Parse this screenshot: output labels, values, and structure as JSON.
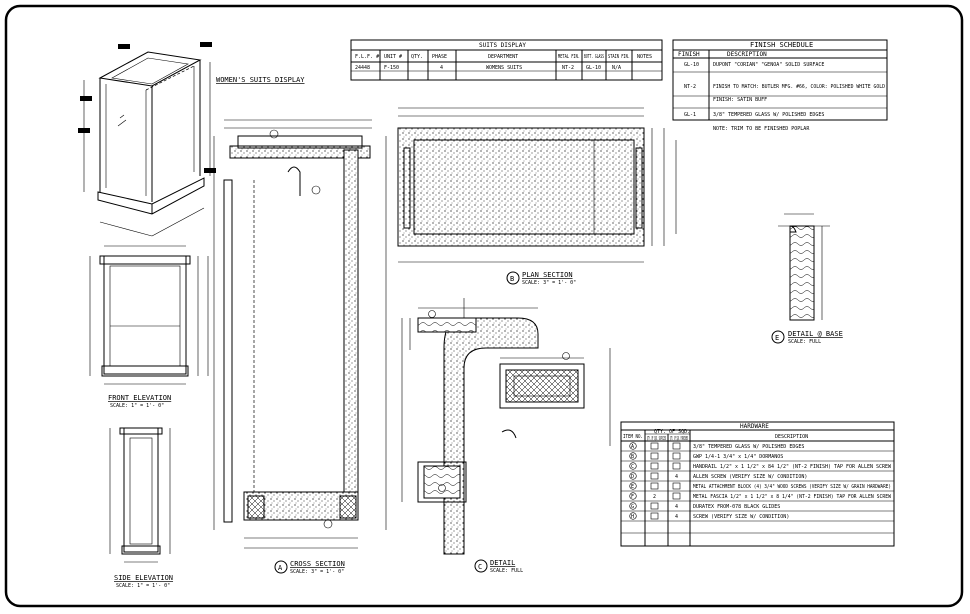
{
  "titles": {
    "womens_suits_display": "WOMEN'S SUITS DISPLAY",
    "front_elevation": "FRONT ELEVATION",
    "front_elevation_scale": "SCALE: 1\" = 1'- 0\"",
    "side_elevation": "SIDE ELEVATION",
    "side_elevation_scale": "SCALE: 1\" = 1'- 0\"",
    "cross_section": "CROSS SECTION",
    "cross_section_scale": "SCALE: 3\" = 1'- 0\"",
    "cross_section_mark": "A",
    "plan_section": "PLAN SECTION",
    "plan_section_scale": "SCALE: 3\" = 1'- 0\"",
    "plan_section_mark": "B",
    "detail": "DETAIL",
    "detail_scale": "SCALE: FULL",
    "detail_mark": "C",
    "detail_base": "DETAIL @ BASE",
    "detail_base_scale": "SCALE: FULL",
    "detail_base_mark": "E"
  },
  "suits_display": {
    "title": "SUITS DISPLAY",
    "headers": [
      "F.L.F. #",
      "UNIT #",
      "QTY.",
      "PHASE",
      "DEPARTMENT",
      "METAL FIN.",
      "BOTT. GLASS",
      "STAIN FIN.",
      "NOTES"
    ],
    "row": [
      "24448",
      "F-150",
      "",
      "4",
      "WOMENS SUITS",
      "NT-2",
      "GL-10",
      "N/A",
      ""
    ]
  },
  "finish_schedule": {
    "title": "FINISH SCHEDULE",
    "headers": [
      "FINISH",
      "DESCRIPTION"
    ],
    "rows": [
      {
        "finish": "GL-10",
        "description": "DUPONT \"CORIAN\" \"GENOA\" SOLID SURFACE"
      },
      {
        "finish": "NT-2",
        "description": "FINISH TO MATCH: BUTLER MFG. #66, COLOR: POLISHED WHITE GOLD"
      },
      {
        "finish": "",
        "description": "FINISH: SATIN BUFF"
      },
      {
        "finish": "GL-1",
        "description": "3/8\" TEMPERED GLASS W/ POLISHED EDGES"
      }
    ],
    "note": "NOTE: TRIM TO BE FINISHED POPLAR"
  },
  "hardware": {
    "title": "HARDWARE",
    "headers": [
      "ITEM NO.",
      "QTY. OF SQD. SUPPLIED",
      "QTY. OF SQD. FURNISHED",
      "DESCRIPTION"
    ],
    "qty_group_header": "QTY. OF SQD.",
    "rows": [
      {
        "item": "A",
        "supplied": "",
        "furnished": "",
        "description": "3/8\" TEMPERED GLASS W/ POLISHED EDGES"
      },
      {
        "item": "B",
        "supplied": "",
        "furnished": "",
        "description": "GWP 1/4-1 3/4\" x 1/4\" DORMANOS"
      },
      {
        "item": "C",
        "supplied": "",
        "furnished": "",
        "description": "HANDRAIL 1/2\" x 1 1/2\" x 84 1/2\" (NT-2 FINISH) TAP FOR ALLEN SCREW"
      },
      {
        "item": "D",
        "supplied": "",
        "furnished": "4",
        "description": "ALLEN SCREW (VERIFY SIZE W/ CONDITION)"
      },
      {
        "item": "E",
        "supplied": "",
        "furnished": "",
        "description": "METAL ATTACHMENT BLOCK (4) 3/4\" WOOD SCREWS (VERIFY SIZE W/ GRAIN HARDWARE)"
      },
      {
        "item": "F",
        "supplied": "2",
        "furnished": "",
        "description": "METAL FASCIA 1/2\" x 1 1/2\" x 8 1/4\" (NT-2 FINISH) TAP FOR ALLEN SCREW"
      },
      {
        "item": "G",
        "supplied": "",
        "furnished": "4",
        "description": "DURATEX FROM-078 BLACK GLIDES"
      },
      {
        "item": "H",
        "supplied": "",
        "furnished": "4",
        "description": "SCREW (VERIFY SIZE W/ CONDITION)"
      }
    ]
  }
}
